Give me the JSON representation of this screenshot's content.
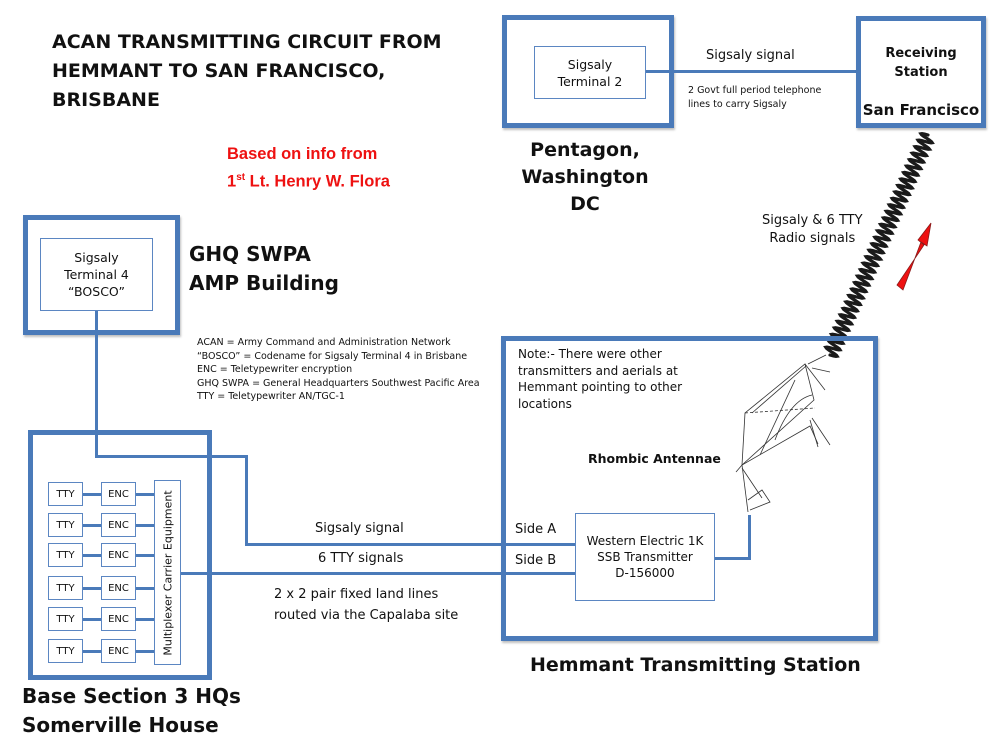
{
  "title": {
    "lines": [
      "ACAN TRANSMITTING CIRCUIT FROM",
      "HEMMANT TO SAN FRANCISCO,",
      "BRISBANE"
    ]
  },
  "credit": {
    "line1": "Based on info from",
    "line2_prefix": "1",
    "line2_sup": "st",
    "line2_rest": " Lt. Henry W. Flora"
  },
  "pentagon": {
    "terminal_lines": [
      "Sigsaly",
      "Terminal 2"
    ],
    "location_lines": [
      "Pentagon,",
      "Washington DC"
    ]
  },
  "link_pentagon_sf": {
    "label": "Sigsaly signal",
    "note_lines": [
      "2 Govt full period telephone",
      "lines to carry Sigsaly"
    ]
  },
  "san_francisco": {
    "receiving_lines": [
      "Receiving",
      "Station"
    ],
    "city": "San Francisco"
  },
  "radio": {
    "label_lines": [
      "Sigsaly & 6 TTY",
      "Radio signals"
    ],
    "arrow_color": "#ee1111"
  },
  "ghq": {
    "terminal_lines": [
      "Sigsaly",
      "Terminal 4",
      "“BOSCO”"
    ],
    "location_lines": [
      "GHQ SWPA",
      "AMP Building"
    ]
  },
  "legend": [
    "ACAN = Army Command and Administration Network",
    "“BOSCO” = Codename for Sigsaly Terminal 4 in Brisbane",
    "ENC = Teletypewriter encryption",
    "GHQ SWPA = General Headquarters Southwest Pacific Area",
    "TTY = Teletypewriter AN/TGC-1"
  ],
  "base_section": {
    "channels": [
      {
        "tty": "TTY",
        "enc": "ENC"
      },
      {
        "tty": "TTY",
        "enc": "ENC"
      },
      {
        "tty": "TTY",
        "enc": "ENC"
      },
      {
        "tty": "TTY",
        "enc": "ENC"
      },
      {
        "tty": "TTY",
        "enc": "ENC"
      },
      {
        "tty": "TTY",
        "enc": "ENC"
      }
    ],
    "multiplexer": "Multiplexer Carrier Equipment",
    "location_lines": [
      "Base Section 3 HQs",
      "Somerville House"
    ]
  },
  "land_lines": {
    "sigsaly_label": "Sigsaly signal",
    "tty_label": "6 TTY signals",
    "note_lines": [
      "2 x 2 pair fixed land lines",
      "routed via the Capalaba site"
    ]
  },
  "hemmant": {
    "note_lines": [
      "Note:- There were other",
      "transmitters and aerials at",
      "Hemmant pointing to other",
      "locations"
    ],
    "antenna_label": "Rhombic Antennae",
    "side_a": "Side A",
    "side_b": "Side B",
    "transmitter_lines": [
      "Western Electric 1K",
      "SSB Transmitter",
      "D-156000"
    ],
    "location": "Hemmant Transmitting Station"
  },
  "colors": {
    "box_border": "#4a7ab9",
    "credit_text": "#ee1111"
  }
}
